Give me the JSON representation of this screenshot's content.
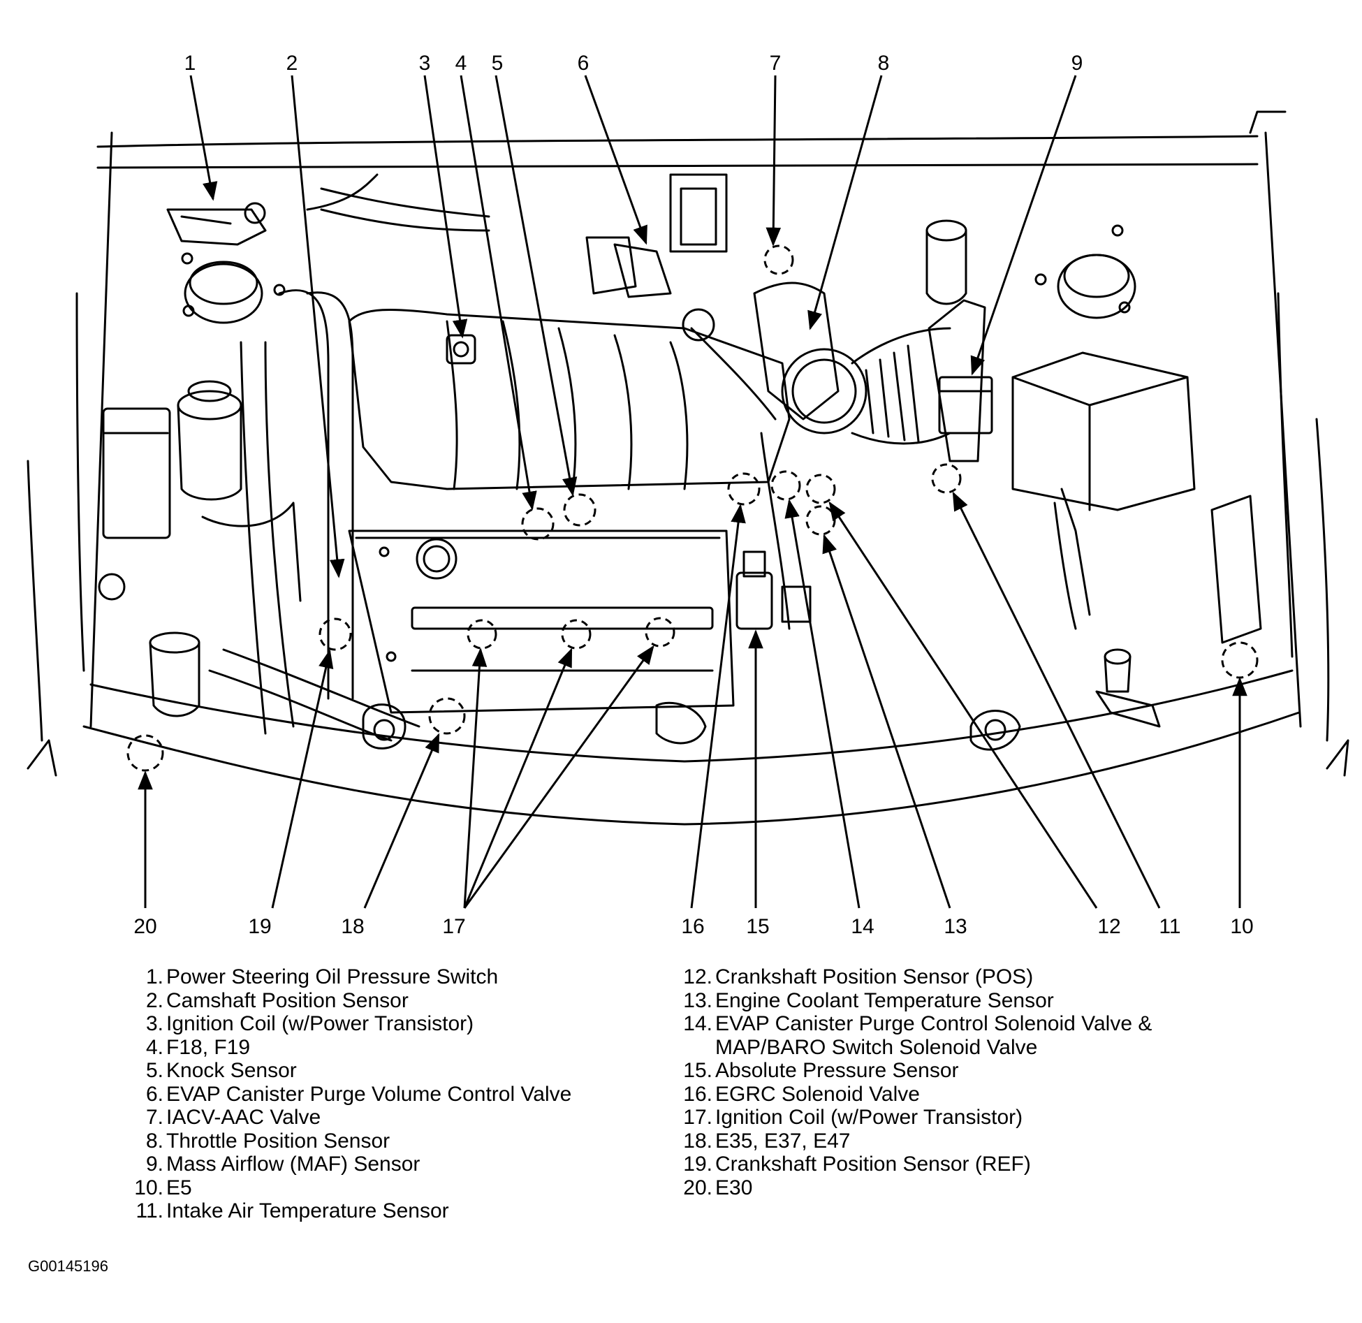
{
  "callouts": {
    "c1": "1",
    "c2": "2",
    "c3": "3",
    "c4": "4",
    "c5": "5",
    "c6": "6",
    "c7": "7",
    "c8": "8",
    "c9": "9",
    "c10": "10",
    "c11": "11",
    "c12": "12",
    "c13": "13",
    "c14": "14",
    "c15": "15",
    "c16": "16",
    "c17": "17",
    "c18": "18",
    "c19": "19",
    "c20": "20"
  },
  "legend_left": [
    {
      "num": "1.",
      "text": "Power Steering Oil Pressure Switch"
    },
    {
      "num": "2.",
      "text": "Camshaft Position Sensor"
    },
    {
      "num": "3.",
      "text": "Ignition Coil (w/Power Transistor)"
    },
    {
      "num": "4.",
      "text": "F18, F19"
    },
    {
      "num": "5.",
      "text": "Knock Sensor"
    },
    {
      "num": "6.",
      "text": "EVAP Canister Purge Volume Control Valve"
    },
    {
      "num": "7.",
      "text": "IACV-AAC Valve"
    },
    {
      "num": "8.",
      "text": "Throttle Position Sensor"
    },
    {
      "num": "9.",
      "text": "Mass Airflow (MAF) Sensor"
    },
    {
      "num": "10.",
      "text": "E5"
    },
    {
      "num": "11.",
      "text": "Intake Air Temperature Sensor"
    }
  ],
  "legend_right": [
    {
      "num": "12.",
      "text": "Crankshaft Position Sensor (POS)"
    },
    {
      "num": "13.",
      "text": "Engine Coolant Temperature Sensor"
    },
    {
      "num": "14.",
      "text": "EVAP Canister Purge Control Solenoid Valve &"
    },
    {
      "num": "",
      "text": "MAP/BARO Switch Solenoid Valve"
    },
    {
      "num": "15.",
      "text": "Absolute Pressure Sensor"
    },
    {
      "num": "16.",
      "text": "EGRC Solenoid Valve"
    },
    {
      "num": "17.",
      "text": "Ignition Coil (w/Power Transistor)"
    },
    {
      "num": "18.",
      "text": "E35, E37, E47"
    },
    {
      "num": "19.",
      "text": "Crankshaft Position Sensor (REF)"
    },
    {
      "num": "20.",
      "text": "E30"
    }
  ],
  "figure_id": "G00145196"
}
